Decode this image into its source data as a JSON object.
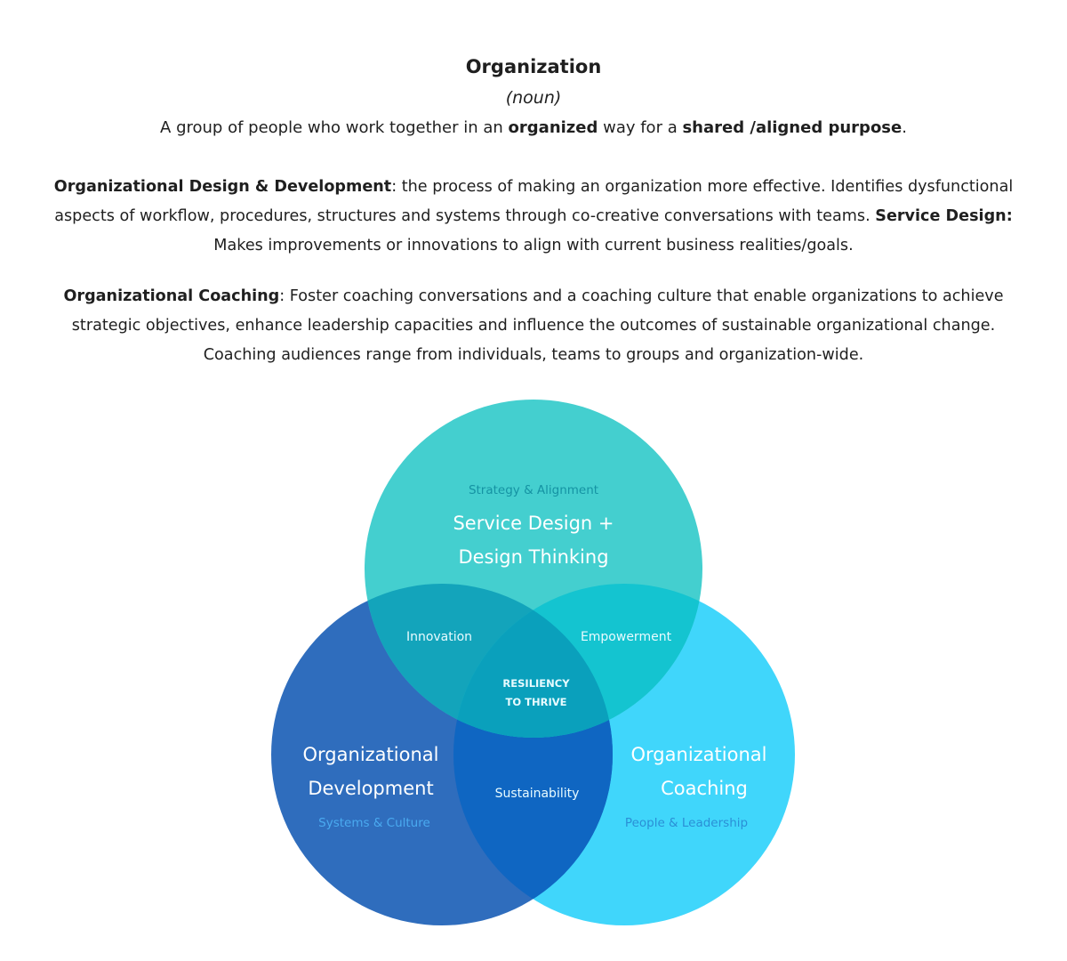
{
  "definition": {
    "term": "Organization",
    "part_of_speech": "(noun)",
    "text_1": "A group of people who work together in an ",
    "bold_1": "organized",
    "text_2": " way for a ",
    "bold_2": "shared /aligned purpose",
    "text_3": "."
  },
  "paragraph_1": {
    "bold_1": "Organizational Design & Development",
    "text_1": ": the process of making an organization more effective. Identifies dysfunctional aspects of workflow, procedures, structures and systems through co-creative conversations with teams. ",
    "bold_2": "Service Design:",
    "text_2": " Makes improvements or innovations to align with current business realities/goals."
  },
  "paragraph_2": {
    "bold_1": "Organizational Coaching",
    "text_1": ": Foster coaching conversations and a coaching culture that enable organizations to achieve strategic objectives, enhance leadership capacities and influence the outcomes of sustainable organizational change.  Coaching audiences range from individuals, teams to groups and organization-wide."
  },
  "venn": {
    "top_circle": {
      "subtitle": "Strategy & Alignment",
      "title_line_1": "Service Design +",
      "title_line_2": "Design Thinking",
      "color": "#44cfcf"
    },
    "left_circle": {
      "title_line_1": "Organizational",
      "title_line_2": "Development",
      "subtitle": "Systems & Culture",
      "color": "#2f6dbd"
    },
    "right_circle": {
      "title_line_1": "Organizational",
      "title_line_2": "Coaching",
      "subtitle": "People & Leadership",
      "color": "#40d6fb"
    },
    "overlaps": {
      "top_left": "Innovation",
      "top_right": "Empowerment",
      "left_right": "Sustainability",
      "center_line_1": "RESILIENCY",
      "center_line_2": "TO THRIVE"
    }
  }
}
